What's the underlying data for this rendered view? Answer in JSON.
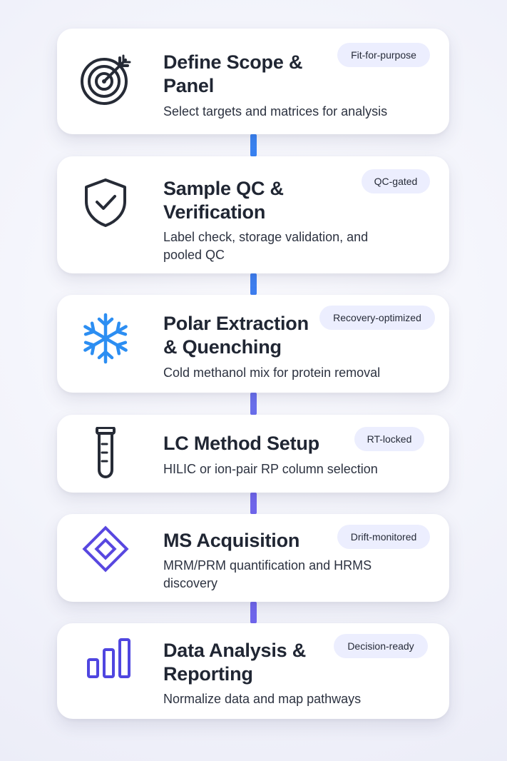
{
  "steps": [
    {
      "title": "Define Scope & Panel",
      "description": "Select targets and matrices for analysis",
      "badge": "Fit-for-purpose",
      "icon": "target-icon"
    },
    {
      "title": "Sample QC & Verification",
      "description": "Label check, storage validation, and pooled QC",
      "badge": "QC-gated",
      "icon": "shield-check-icon"
    },
    {
      "title": "Polar Extraction & Quenching",
      "description": "Cold methanol mix for protein removal",
      "badge": "Recovery-optimized",
      "icon": "snowflake-icon"
    },
    {
      "title": "LC Method Setup",
      "description": "HILIC or ion-pair RP column selection",
      "badge": "RT-locked",
      "icon": "test-tube-icon"
    },
    {
      "title": "MS Acquisition",
      "description": "MRM/PRM quantification and HRMS discovery",
      "badge": "Drift-monitored",
      "icon": "diamond-icon"
    },
    {
      "title": "Data Analysis & Reporting",
      "description": "Normalize data and map pathways",
      "badge": "Decision-ready",
      "icon": "bar-chart-icon"
    }
  ],
  "colors": {
    "connector_blue": "#3a84f3",
    "connector_purple": "#7167ee",
    "snowflake": "#2c8ef2",
    "diamond": "#5847e0",
    "bars": "#4f46e0",
    "dark_icon": "#262b36",
    "badge_bg": "#eceefe"
  }
}
